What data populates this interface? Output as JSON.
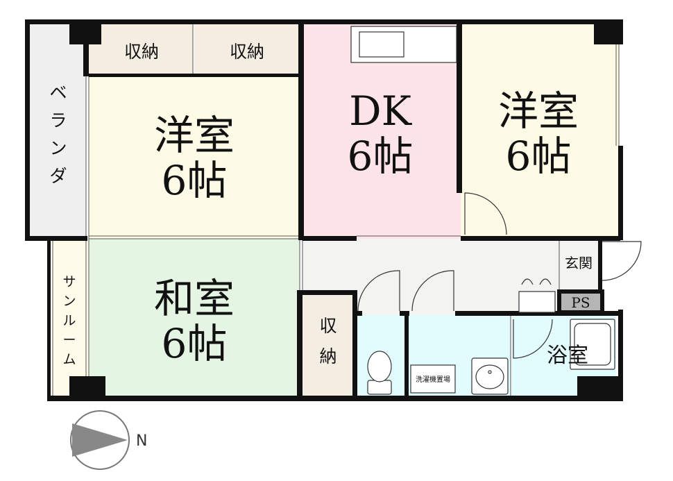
{
  "rooms": {
    "western1": {
      "name": "洋室",
      "size": "6帖"
    },
    "dk": {
      "name": "DK",
      "size": "6帖"
    },
    "western2": {
      "name": "洋室",
      "size": "6帖"
    },
    "japanese": {
      "name": "和室",
      "size": "6帖"
    }
  },
  "labels": {
    "storage_top_left": "収納",
    "storage_top_right": "収納",
    "storage_mid_1": "収",
    "storage_mid_2": "納",
    "veranda": [
      "ベ",
      "ラ",
      "ン",
      "ダ"
    ],
    "sunroom": [
      "サ",
      "ン",
      "ル",
      "ー",
      "ム"
    ],
    "entrance": "玄関",
    "ps": "PS",
    "bath": "浴室",
    "washer": "洗濯機置場"
  },
  "compass": {
    "north_label": "N"
  },
  "colors": {
    "western": "#fdfbe5",
    "dk": "#fde4e8",
    "japanese": "#e4f5e3",
    "wet": "#e2fbfd",
    "storage": "#f4ede2",
    "hall": "#f3f3f1",
    "veranda": "#efefef",
    "sunroom": "#fefbea",
    "wall": "#111111"
  }
}
